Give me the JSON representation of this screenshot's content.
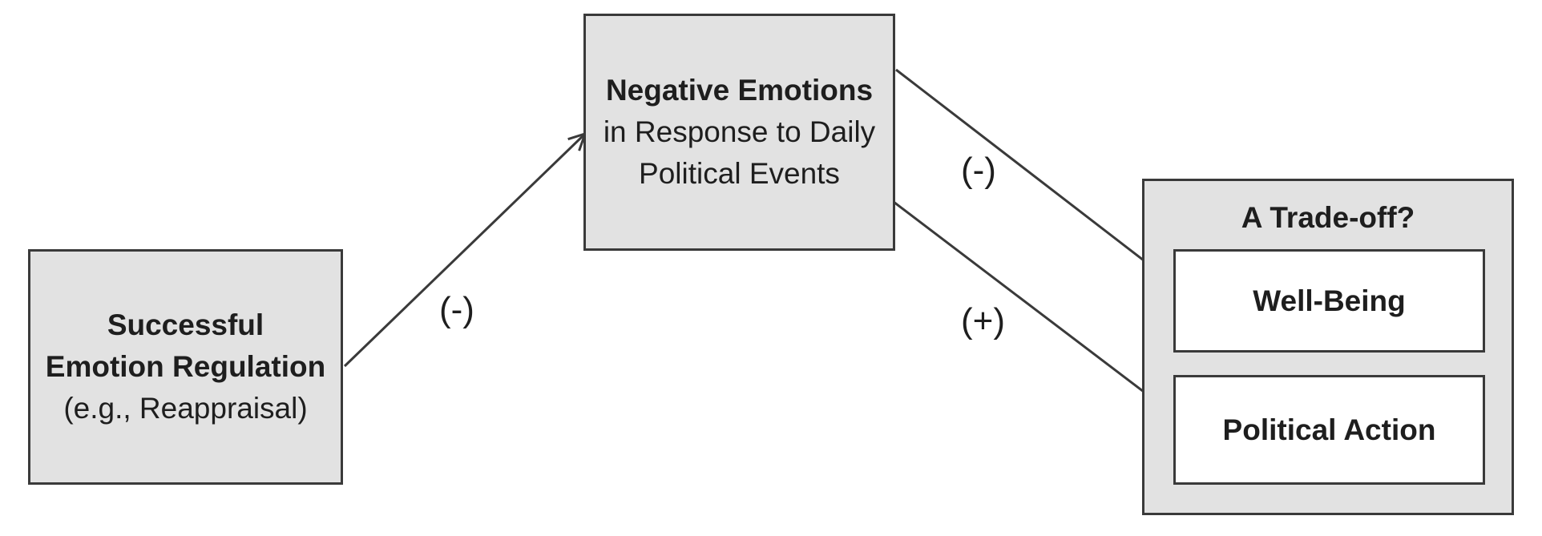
{
  "nodes": {
    "emotion_regulation": {
      "line1": "Successful",
      "line2": "Emotion Regulation",
      "line3": "(e.g., Reappraisal)"
    },
    "negative_emotions": {
      "line1": "Negative Emotions",
      "line2": "in Response to Daily",
      "line3": "Political Events"
    },
    "trade_off": {
      "title": "A Trade-off?",
      "well_being": "Well-Being",
      "political_action": "Political Action"
    }
  },
  "edges": [
    {
      "from": "emotion_regulation",
      "to": "negative_emotions",
      "sign": "(-)"
    },
    {
      "from": "negative_emotions",
      "to": "well_being",
      "sign": "(-)"
    },
    {
      "from": "negative_emotions",
      "to": "political_action",
      "sign": "(+)"
    }
  ],
  "colors": {
    "box_fill": "#e2e2e2",
    "inner_box_fill": "#ffffff",
    "stroke": "#3a3a3a",
    "text": "#1e1e1e"
  }
}
